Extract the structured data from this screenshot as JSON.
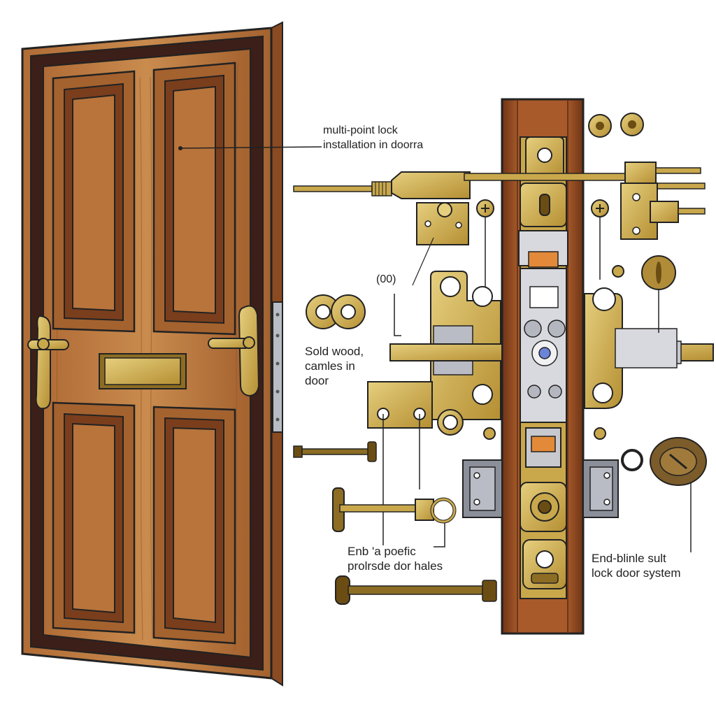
{
  "colors": {
    "wood_dark": "#7a3e1c",
    "wood_mid": "#a4622f",
    "wood_light": "#c98b4e",
    "frame_dark": "#3b1f18",
    "brass": "#c9a84c",
    "brass_dark": "#8c6d23",
    "steel": "#8a8f9a",
    "ink": "#222222"
  },
  "icons": [
    "door-icon",
    "lever-handle-icon",
    "letterbox-icon",
    "lock-strip-icon",
    "bolt-icon",
    "screw-icon",
    "washer-icon",
    "keep-plate-icon",
    "hinge-plate-icon"
  ],
  "labels": {
    "top": [
      "multi-point lock",
      "installation in doorra"
    ],
    "left": [
      "Sold wood,",
      "camles in",
      "door"
    ],
    "bottom": [
      "Enb 'a poefic",
      "prolrsde dor hales"
    ],
    "right": [
      "End-blinle sult",
      "lock door system"
    ],
    "number": "(00)"
  }
}
